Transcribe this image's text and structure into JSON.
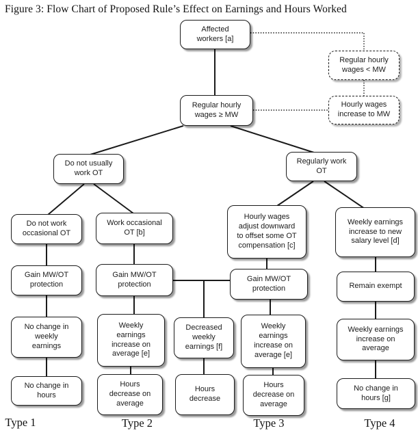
{
  "figure": {
    "title": "Figure 3: Flow Chart of Proposed Rule’s Effect on Earnings and Hours Worked"
  },
  "nodes": {
    "affected_workers": {
      "label": "Affected\nworkers [a]"
    },
    "wages_below_mw": {
      "label": "Regular hourly\nwages < MW"
    },
    "wages_at_or_above_mw": {
      "label": "Regular hourly\nwages ≥ MW"
    },
    "wages_increase_to_mw": {
      "label": "Hourly wages\nincrease to MW"
    },
    "not_usually_ot": {
      "label": "Do not usually\nwork OT"
    },
    "regularly_ot": {
      "label": "Regularly work\nOT"
    },
    "no_occasional_ot": {
      "label": "Do not work\noccasional OT"
    },
    "occasional_ot": {
      "label": "Work occasional\nOT [b]"
    },
    "wages_adjust_down": {
      "label": "Hourly wages\nadjust downward\nto offset some OT\ncompensation [c]"
    },
    "earnings_to_new_salary": {
      "label": "Weekly earnings\nincrease to new\nsalary level [d]"
    },
    "gain_protection_1": {
      "label": "Gain MW/OT\nprotection"
    },
    "gain_protection_2": {
      "label": "Gain MW/OT\nprotection"
    },
    "gain_protection_3": {
      "label": "Gain MW/OT\nprotection"
    },
    "remain_exempt": {
      "label": "Remain exempt"
    },
    "no_change_weekly_earnings": {
      "label": "No change in\nweekly\nearnings"
    },
    "earnings_increase_avg_e2": {
      "label": "Weekly\nearnings\nincrease on\naverage [e]"
    },
    "decreased_earnings_f": {
      "label": "Decreased\nweekly\nearnings [f]"
    },
    "earnings_increase_avg_e3": {
      "label": "Weekly\nearnings\nincrease on\naverage [e]"
    },
    "earnings_increase_avg_4": {
      "label": "Weekly earnings\nincrease on\naverage"
    },
    "no_change_hours_1": {
      "label": "No change in\nhours"
    },
    "hours_decrease_avg_2": {
      "label": "Hours\ndecrease on\naverage"
    },
    "hours_decrease": {
      "label": "Hours\ndecrease"
    },
    "hours_decrease_avg_3": {
      "label": "Hours\ndecrease on\naverage"
    },
    "no_change_hours_g": {
      "label": "No change in\nhours [g]"
    }
  },
  "type_labels": {
    "type1": "Type 1",
    "type2": "Type 2",
    "type3": "Type 3",
    "type4": "Type 4"
  },
  "colors": {
    "line": "#1a1a1a",
    "box_border": "#1a1a1a",
    "box_fill": "#ffffff",
    "background": "#ffffff",
    "text": "#1a1a1a"
  }
}
